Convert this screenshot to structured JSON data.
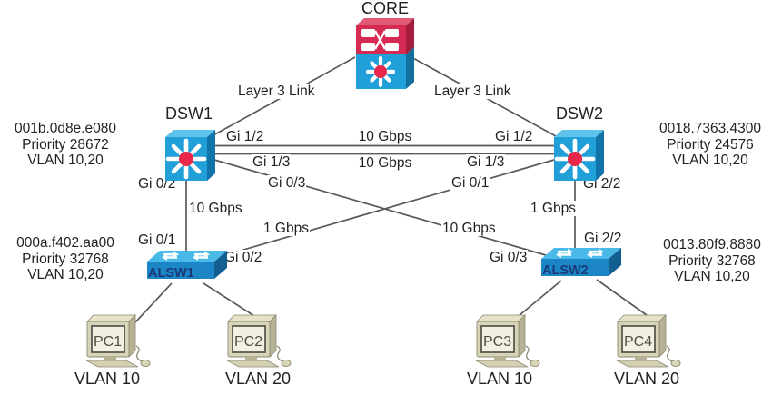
{
  "nodes": {
    "core": {
      "label": "CORE",
      "type": "multilayer-switch"
    },
    "dsw1": {
      "label": "DSW1",
      "type": "multilayer-switch",
      "info": [
        "001b.0d8e.e080",
        "Priority 28672",
        "VLAN 10,20"
      ]
    },
    "dsw2": {
      "label": "DSW2",
      "type": "multilayer-switch",
      "info": [
        "0018.7363.4300",
        "Priority 24576",
        "VLAN 10,20"
      ]
    },
    "alsw1": {
      "label": "ALSW1",
      "type": "workgroup-switch",
      "info": [
        "000a.f402.aa00",
        "Priority 32768",
        "VLAN 10,20"
      ]
    },
    "alsw2": {
      "label": "ALSW2",
      "type": "workgroup-switch",
      "info": [
        "0013.80f9.8880",
        "Priority 32768",
        "VLAN 10,20"
      ]
    },
    "pc1": {
      "label": "PC1",
      "vlan": "VLAN 10"
    },
    "pc2": {
      "label": "PC2",
      "vlan": "VLAN 20"
    },
    "pc3": {
      "label": "PC3",
      "vlan": "VLAN 10"
    },
    "pc4": {
      "label": "PC4",
      "vlan": "VLAN 20"
    }
  },
  "links": {
    "core_dsw1": {
      "label": "Layer 3 Link"
    },
    "core_dsw2": {
      "label": "Layer 3 Link"
    },
    "trunk1": {
      "dsw1_port": "Gi 1/2",
      "speed": "10 Gbps",
      "dsw2_port": "Gi 1/2"
    },
    "trunk2": {
      "dsw1_port": "Gi 1/3",
      "speed": "10 Gbps",
      "dsw2_port": "Gi 1/3"
    },
    "dsw1_alsw1": {
      "dsw1_port": "Gi 0/2",
      "speed": "10 Gbps",
      "alsw1_port": "Gi 0/1"
    },
    "dsw1_alsw2": {
      "dsw1_port": "Gi 0/3",
      "speed": "10 Gbps",
      "alsw2_port": "Gi 0/3"
    },
    "dsw2_alsw1": {
      "dsw2_port": "Gi 0/1",
      "speed": "1 Gbps",
      "alsw1_port": "Gi 0/2"
    },
    "dsw2_alsw2": {
      "dsw2_port": "Gi 2/2",
      "speed": "1 Gbps",
      "alsw2_port": "Gi 2/2"
    }
  },
  "colors": {
    "switch_blue_front": "#219fd8",
    "switch_blue_top": "#5ec4ec",
    "switch_blue_side": "#1273a8",
    "core_red_front": "#d52a52",
    "star_red": "#e8274b",
    "alsw_front": "#1b85c5",
    "alsw_text": "#1a3a78",
    "pc_beige": "#d8d4b8",
    "pc_screen": "#f2f0e0",
    "line_gray": "#58595b",
    "text_black": "#231f20"
  }
}
